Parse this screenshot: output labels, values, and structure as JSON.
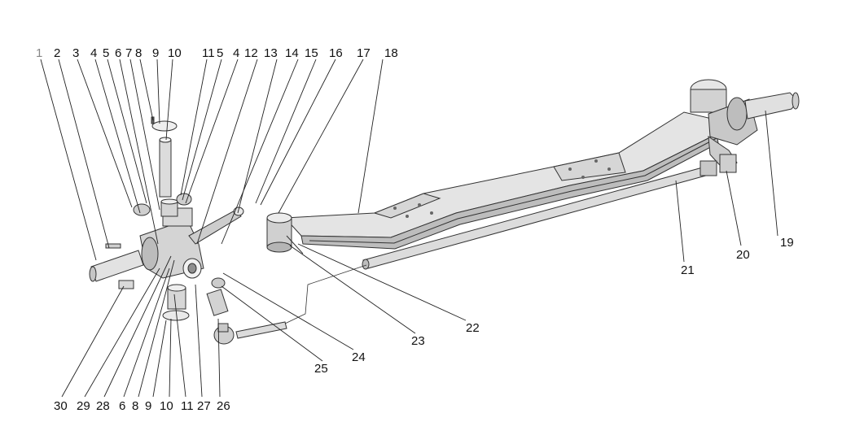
{
  "colors": {
    "line": "#222222",
    "part_fill": "#e4e4e4",
    "part_shade": "#bdbdbd",
    "part_dark": "#8f8f8f",
    "first_label": "#888888"
  },
  "callouts": {
    "top": [
      "1",
      "2",
      "3",
      "4",
      "5",
      "6",
      "7",
      "8",
      "9",
      "10",
      "11",
      "5",
      "4",
      "12",
      "13",
      "14",
      "15",
      "16",
      "17",
      "18"
    ],
    "bottom": [
      "30",
      "29",
      "28",
      "6",
      "8",
      "9",
      "10",
      "11",
      "27",
      "26"
    ],
    "right": [
      "19",
      "20",
      "21",
      "22",
      "23",
      "24",
      "25"
    ]
  }
}
